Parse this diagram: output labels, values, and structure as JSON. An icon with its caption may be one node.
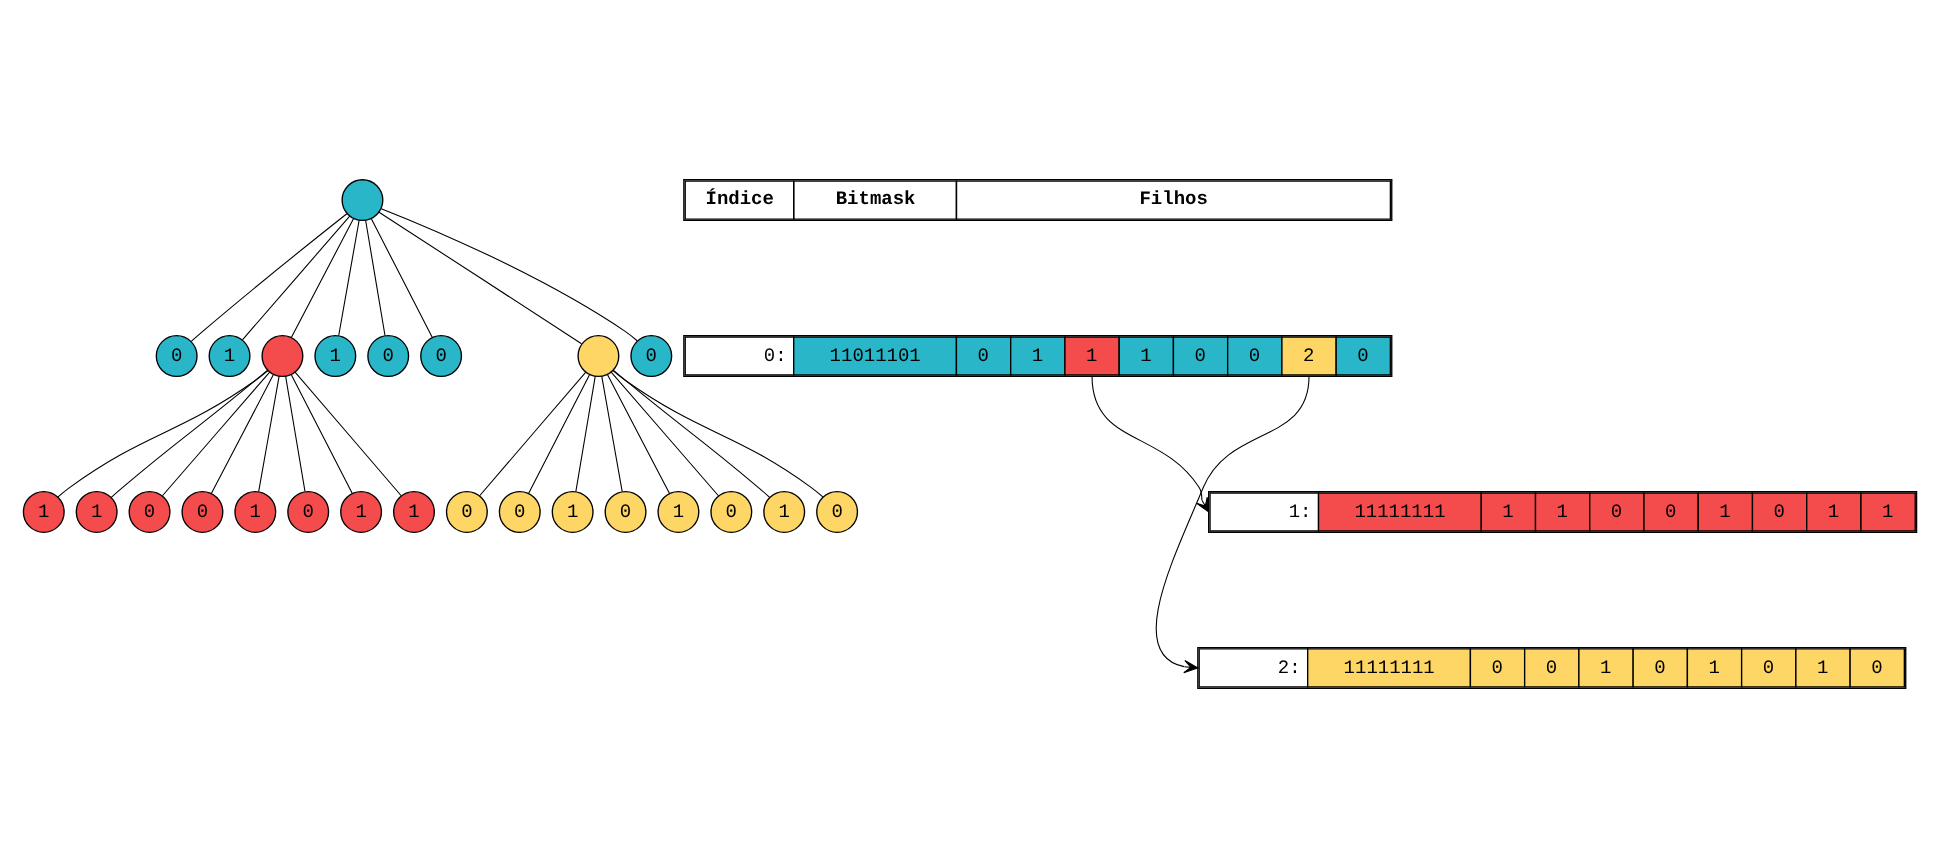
{
  "diagram": {
    "nodes": [
      {
        "text": [],
        "shape": "circle"
      },
      {
        "text": [
          "0"
        ]
      },
      {
        "text": [
          "1"
        ]
      },
      {
        "text": [],
        "shape": "circle"
      },
      {
        "text": [
          "1"
        ]
      },
      {
        "text": [
          "0"
        ]
      },
      {
        "text": [
          "0"
        ]
      },
      {
        "text": [],
        "shape": "circle"
      },
      {
        "text": [
          "0"
        ]
      },
      {
        "text": [
          "1"
        ]
      },
      {
        "text": [
          "1"
        ]
      },
      {
        "text": [
          "0"
        ]
      },
      {
        "text": [
          "0"
        ]
      },
      {
        "text": [
          "1"
        ]
      },
      {
        "text": [
          "0"
        ]
      },
      {
        "text": [
          "1"
        ]
      },
      {
        "text": [
          "1"
        ]
      },
      {
        "text": [
          "0"
        ]
      },
      {
        "text": [
          "0"
        ]
      },
      {
        "text": [
          "1"
        ]
      },
      {
        "text": [
          "0"
        ]
      },
      {
        "text": [
          "1"
        ]
      },
      {
        "text": [
          "0"
        ]
      },
      {
        "text": [
          "1"
        ]
      },
      {
        "text": [
          "0"
        ]
      },
      {
        "text": [
          "Índice",
          "Bitmask",
          "Filhos"
        ]
      },
      {
        "text": [
          "0:",
          "11011101",
          "0",
          "1",
          "1",
          "1",
          "0",
          "0",
          "2",
          "0"
        ]
      },
      {
        "text": [
          "1:",
          "11111111",
          "1",
          "1",
          "0",
          "0",
          "1",
          "0",
          "1",
          "1"
        ]
      },
      {
        "text": [
          "2:",
          "11111111",
          "0",
          "0",
          "1",
          "0",
          "1",
          "0",
          "1",
          "0"
        ]
      }
    ],
    "edges": [
      {
        "from": 0,
        "to": 1,
        "arrow": "none"
      },
      {
        "from": 0,
        "to": 2,
        "arrow": "none"
      },
      {
        "from": 0,
        "to": 3,
        "arrow": "none"
      },
      {
        "from": 0,
        "to": 4,
        "arrow": "none"
      },
      {
        "from": 0,
        "to": 5,
        "arrow": "none"
      },
      {
        "from": 0,
        "to": 6,
        "arrow": "none"
      },
      {
        "from": 0,
        "to": 7,
        "arrow": "none"
      },
      {
        "from": 0,
        "to": 8,
        "arrow": "none"
      },
      {
        "from": 3,
        "to": 9,
        "arrow": "none"
      },
      {
        "from": 3,
        "to": 10,
        "arrow": "none"
      },
      {
        "from": 3,
        "to": 11,
        "arrow": "none"
      },
      {
        "from": 3,
        "to": 12,
        "arrow": "none"
      },
      {
        "from": 3,
        "to": 13,
        "arrow": "none"
      },
      {
        "from": 3,
        "to": 14,
        "arrow": "none"
      },
      {
        "from": 3,
        "to": 15,
        "arrow": "none"
      },
      {
        "from": 3,
        "to": 16,
        "arrow": "none"
      },
      {
        "from": 7,
        "to": 17,
        "arrow": "none"
      },
      {
        "from": 7,
        "to": 18,
        "arrow": "none"
      },
      {
        "from": 7,
        "to": 19,
        "arrow": "none"
      },
      {
        "from": 7,
        "to": 20,
        "arrow": "none"
      },
      {
        "from": 7,
        "to": 21,
        "arrow": "none"
      },
      {
        "from": 7,
        "to": 22,
        "arrow": "none"
      },
      {
        "from": 7,
        "to": 23,
        "arrow": "none"
      },
      {
        "from": 7,
        "to": 24,
        "arrow": "none"
      },
      {
        "from": 26,
        "to": 27,
        "arrow": "to"
      },
      {
        "from": 26,
        "to": 28,
        "arrow": "to"
      }
    ]
  }
}
